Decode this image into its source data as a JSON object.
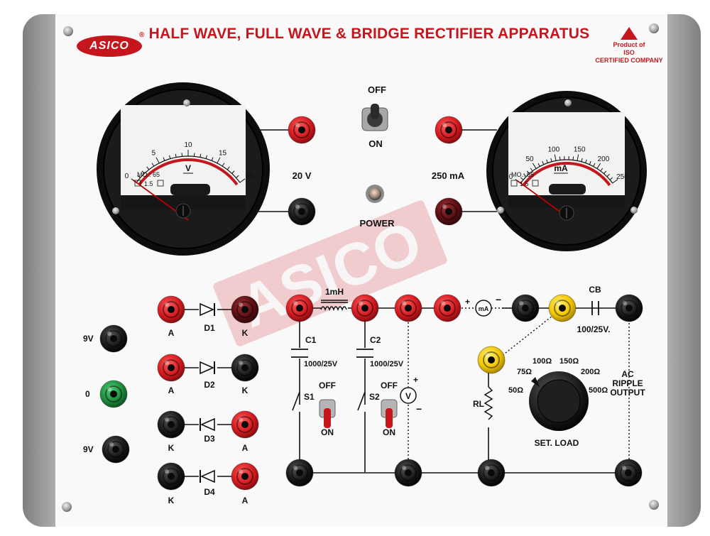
{
  "header": {
    "title": "HALF WAVE, FULL WAVE & BRIDGE RECTIFIER APPARATUS",
    "brand": "ASICO",
    "registered_mark": "®",
    "iso_line1": "Product of",
    "iso_line2": "ISO",
    "iso_line3": "CERTIFIED COMPANY"
  },
  "voltmeter": {
    "scale": [
      "0",
      "5",
      "10",
      "15",
      "20"
    ],
    "unit": "V",
    "model": "MO.: 65",
    "class": "1.5",
    "range_label": "20 V",
    "needle_value": 0
  },
  "milliammeter": {
    "scale": [
      "0",
      "50",
      "100",
      "150",
      "200",
      "250"
    ],
    "unit": "mA",
    "model": "MO.: 65",
    "class": "1.5",
    "range_label": "250 mA",
    "needle_value": 0
  },
  "power": {
    "switch_off": "OFF",
    "switch_on": "ON",
    "lamp_label": "POWER"
  },
  "watermark": "ASICO",
  "supply": {
    "top": "9V",
    "center": "0",
    "bottom": "9V"
  },
  "diodes": [
    {
      "name": "D1",
      "left": "A",
      "right": "K"
    },
    {
      "name": "D2",
      "left": "A",
      "right": "K"
    },
    {
      "name": "D3",
      "left": "K",
      "right": "A"
    },
    {
      "name": "D4",
      "left": "K",
      "right": "A"
    }
  ],
  "circuit": {
    "inductor": "1mH",
    "c1": "C1",
    "c1_rating": "1000/25V",
    "c2": "C2",
    "c2_rating": "1000/25V",
    "s1": "S1",
    "s1_off": "OFF",
    "s1_on": "ON",
    "s2": "S2",
    "s2_off": "OFF",
    "s2_on": "ON",
    "v_meter": "V",
    "plus": "+",
    "minus": "−",
    "ma_meter": "mA",
    "cb": "CB",
    "cb_rating": "100/25V.",
    "rl": "RL",
    "load_values": [
      "50Ω",
      "75Ω",
      "100Ω",
      "150Ω",
      "200Ω",
      "500Ω"
    ],
    "set_load": "SET. LOAD",
    "ac_ripple_1": "AC",
    "ac_ripple_2": "RIPPLE",
    "ac_ripple_3": "OUTPUT"
  },
  "colors": {
    "title": "#c4161c",
    "panel": "#f8f8f8",
    "frame": "#9a9a9a",
    "terminal_red": "#d31a20",
    "terminal_black": "#151515",
    "terminal_green": "#1e8b3c",
    "terminal_yellow": "#f2c500",
    "terminal_maroon": "#5a0f12"
  }
}
